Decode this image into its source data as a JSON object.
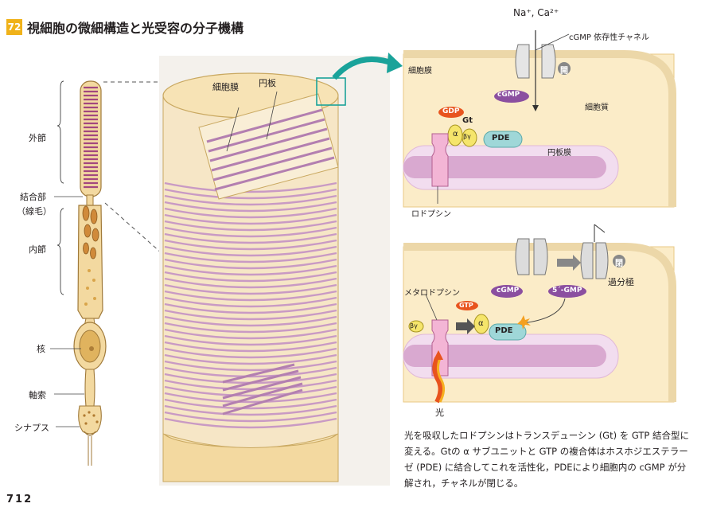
{
  "figure": {
    "number": "72",
    "title": "視細胞の微細構造と光受容の分子機構"
  },
  "rod_cell_labels": {
    "outer_segment": "外節",
    "connecting_cilium_line1": "結合部",
    "connecting_cilium_line2": "（線毛）",
    "inner_segment": "内節",
    "nucleus": "核",
    "axon": "軸索",
    "synapse": "シナプス"
  },
  "disc_stack_labels": {
    "cell_membrane": "細胞膜",
    "disc": "円板"
  },
  "top_panel": {
    "ions": "Na⁺, Ca²⁺",
    "channel_label": "cGMP 依存性チャネル",
    "cell_membrane": "細胞膜",
    "open_badge": "開",
    "cgmp": "cGMP",
    "cytoplasm": "細胞質",
    "gdp": "GDP",
    "gt": "Gt",
    "alpha": "α",
    "beta_gamma": "βγ",
    "pde": "PDE",
    "disc_membrane": "円板膜",
    "rhodopsin": "ロドプシン"
  },
  "bottom_panel": {
    "metarhodopsin": "メタロドプシン",
    "cgmp": "cGMP",
    "five_gmp": "5´-GMP",
    "closed_badge": "閉",
    "hyperpolarization": "過分極",
    "gtp": "GTP",
    "alpha": "α",
    "beta_gamma": "βγ",
    "pde": "PDE",
    "light": "光"
  },
  "caption": "光を吸収したロドプシンはトランスデューシン (Gt) を GTP 結合型に変える。Gtの α サブユニットと GTP の複合体はホスホジエステラーゼ (PDE) に結合してこれを活性化，PDEにより細胞内の cGMP が分解され，チャネルが閉じる。",
  "page_number": "712",
  "colors": {
    "badge": "#f0b21a",
    "teal": "#1aa39a",
    "cell_fill": "#f7e3b5",
    "membrane_pink": "#d9a9d0",
    "gdp_red": "#e8541e",
    "pde_teal": "#9fd7d8",
    "cgmp_purple": "#8b4fa0"
  }
}
